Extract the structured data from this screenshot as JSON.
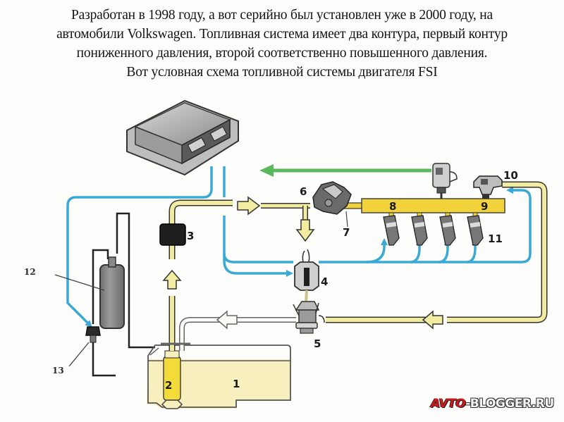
{
  "caption": {
    "lines": [
      "Разработан в 1998 году, а вот серийно был установлен уже в 2000 году, на",
      "автомобили Volkswagen. Топливная система имеет два контура, первый контур",
      "пониженного давления, второй соответственно повышенного давления.",
      "Вот условная схема топливной системы двигателя FSI"
    ]
  },
  "diagram": {
    "component_labels": {
      "tank": "1",
      "fuel_pump": "2",
      "fuel_filter": "3",
      "pressure_valve_low": "4",
      "high_pressure_pump": "5",
      "fuel_pressure_sensor_low": "6",
      "high_pressure_line": "7",
      "fuel_rail": "8",
      "pressure_relief_valve": "9",
      "pressure_sensor_high": "10",
      "injectors": "11",
      "charcoal_canister": "12",
      "canister_valve": "13"
    },
    "colors": {
      "low_pressure": "#f2eca0",
      "high_pressure": "#f2d23a",
      "control_signal": "#3aa9d4",
      "return_signal": "#5cb85c",
      "tank_fill": "#f7efbe",
      "outline": "#3a3a2a"
    }
  },
  "watermark": {
    "part1": "AVTO",
    "part2": "-BLOGGER.RU"
  }
}
